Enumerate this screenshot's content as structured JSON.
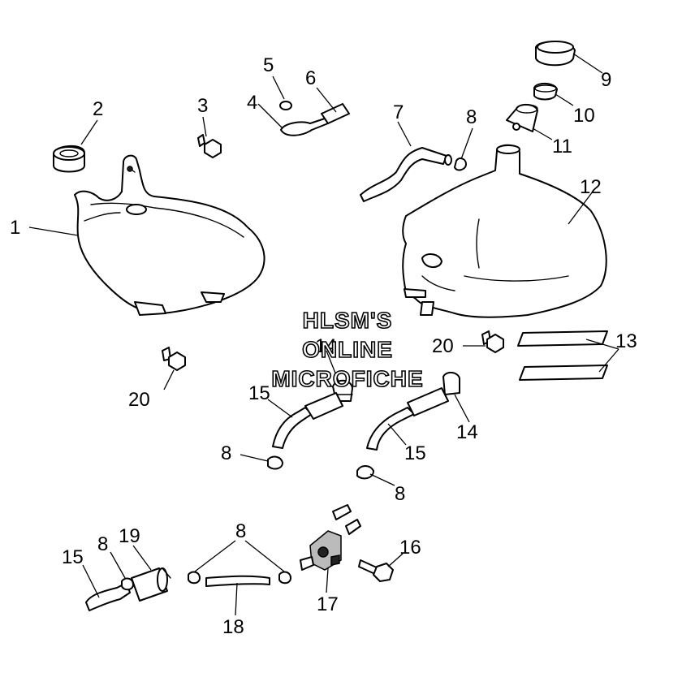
{
  "watermark": {
    "line1": "HLSM'S",
    "line2": "ONLINE",
    "line3": "MICROFICHE"
  },
  "callouts": {
    "c1": "1",
    "c2": "2",
    "c3": "3",
    "c4": "4",
    "c5": "5",
    "c6": "6",
    "c7": "7",
    "c8_top": "8",
    "c9": "9",
    "c10": "10",
    "c11": "11",
    "c12": "12",
    "c13": "13",
    "c14_mid": "14",
    "c14_right": "14",
    "c15_mid": "15",
    "c15_right": "15",
    "c15_bottom": "15",
    "c8_mid_left": "8",
    "c8_mid_right": "8",
    "c8_bottom_left": "8",
    "c8_bottom_center": "8",
    "c16": "16",
    "c17": "17",
    "c18": "18",
    "c19": "19",
    "c20_left": "20",
    "c20_right": "20"
  }
}
